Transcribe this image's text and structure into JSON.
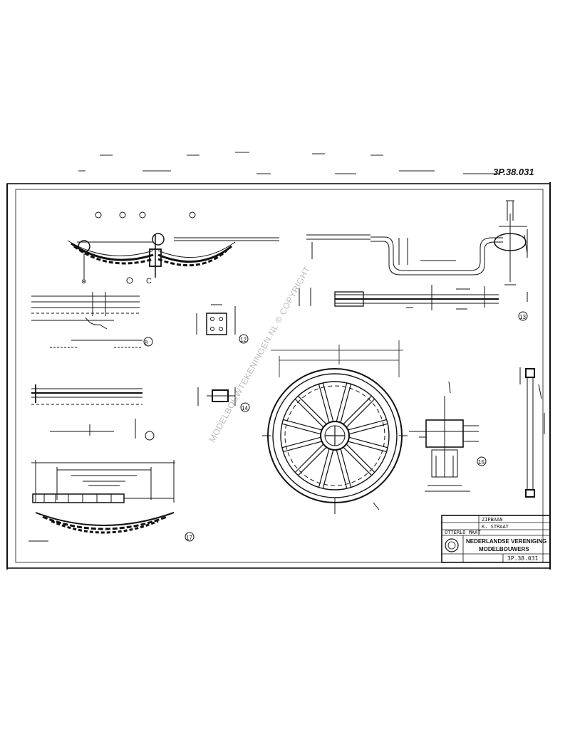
{
  "drawing_number_top": "3P.38.031",
  "watermark": "MODELBOUWTEKENINGEN.NL © COPYRIGHT",
  "title_block": {
    "row1": "ZIPBAAN",
    "row2": "K. STRAAT",
    "row3": "OTTERLO MAAT",
    "association_line1": "NEDERLANDSE VERENIGING",
    "association_line2": "MODELBOUWERS",
    "drawing_no": "3P.38.031"
  },
  "views": {
    "leaf_spring_top": {
      "callout": "8"
    },
    "leaf_spring_long": {
      "callout": "17"
    },
    "axle_bracket": {
      "callout": "12"
    },
    "axle": {
      "callout": "13"
    },
    "wheel": {
      "callout": "14"
    },
    "hub": {
      "callout": "15"
    }
  }
}
